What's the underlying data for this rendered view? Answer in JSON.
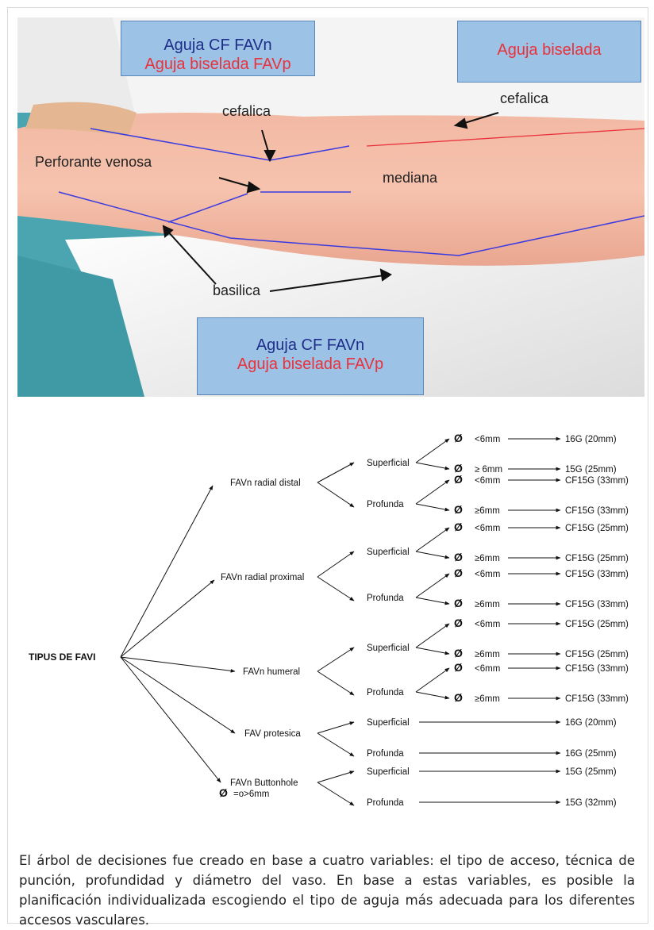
{
  "photo": {
    "callout_top_left": {
      "line1": "Aguja CF FAVn",
      "line2": "Aguja biselada FAVp"
    },
    "callout_top_right": {
      "line1": "Aguja biselada"
    },
    "callout_bottom": {
      "line1": "Aguja CF FAVn",
      "line2": "Aguja biselada FAVp"
    },
    "labels": {
      "cefalica_left": "cefalica",
      "cefalica_right": "cefalica",
      "perforante": "Perforante venosa",
      "mediana": "mediana",
      "basilica": "basilica"
    }
  },
  "tree": {
    "root": "TIPUS DE FAVI",
    "branches": [
      {
        "label": "FAVn radial distal",
        "children": [
          {
            "label": "Superficial",
            "leaves": [
              {
                "cond": "<6mm",
                "result": "16G (20mm)"
              },
              {
                "cond": "≥ 6mm",
                "result": "15G (25mm)"
              }
            ]
          },
          {
            "label": "Profunda",
            "leaves": [
              {
                "cond": "<6mm",
                "result": "CF15G (33mm)"
              },
              {
                "cond": "≥6mm",
                "result": "CF15G (33mm)"
              }
            ]
          }
        ]
      },
      {
        "label": "FAVn radial proximal",
        "children": [
          {
            "label": "Superficial",
            "leaves": [
              {
                "cond": "<6mm",
                "result": "CF15G (25mm)"
              },
              {
                "cond": "≥6mm",
                "result": "CF15G (25mm)"
              }
            ]
          },
          {
            "label": "Profunda",
            "leaves": [
              {
                "cond": "<6mm",
                "result": "CF15G (33mm)"
              },
              {
                "cond": "≥6mm",
                "result": "CF15G (33mm)"
              }
            ]
          }
        ]
      },
      {
        "label": "FAVn humeral",
        "children": [
          {
            "label": "Superficial",
            "leaves": [
              {
                "cond": "<6mm",
                "result": "CF15G (25mm)"
              },
              {
                "cond": "≥6mm",
                "result": "CF15G (25mm)"
              }
            ]
          },
          {
            "label": "Profunda",
            "leaves": [
              {
                "cond": "<6mm",
                "result": "CF15G (33mm)"
              },
              {
                "cond": "≥6mm",
                "result": "CF15G (33mm)"
              }
            ]
          }
        ]
      },
      {
        "label": "FAV protesica",
        "children": [
          {
            "label": "Superficial",
            "result": "16G (20mm)"
          },
          {
            "label": "Profunda",
            "result": "16G (25mm)"
          }
        ]
      },
      {
        "label": "FAVn Buttonhole",
        "sublabel": "=o>6mm",
        "children": [
          {
            "label": "Superficial",
            "result": "15G (25mm)"
          },
          {
            "label": "Profunda",
            "result": "15G (32mm)"
          }
        ]
      }
    ],
    "symbol": "Ø"
  },
  "caption": "El árbol de decisiones fue creado en base a cuatro variables: el tipo de acceso,  técnica de punción, profundidad y diámetro del vaso. En base a estas variables,  es posible la planificación individualizada escogiendo el tipo de aguja más adecuada para los diferentes accesos vasculares."
}
